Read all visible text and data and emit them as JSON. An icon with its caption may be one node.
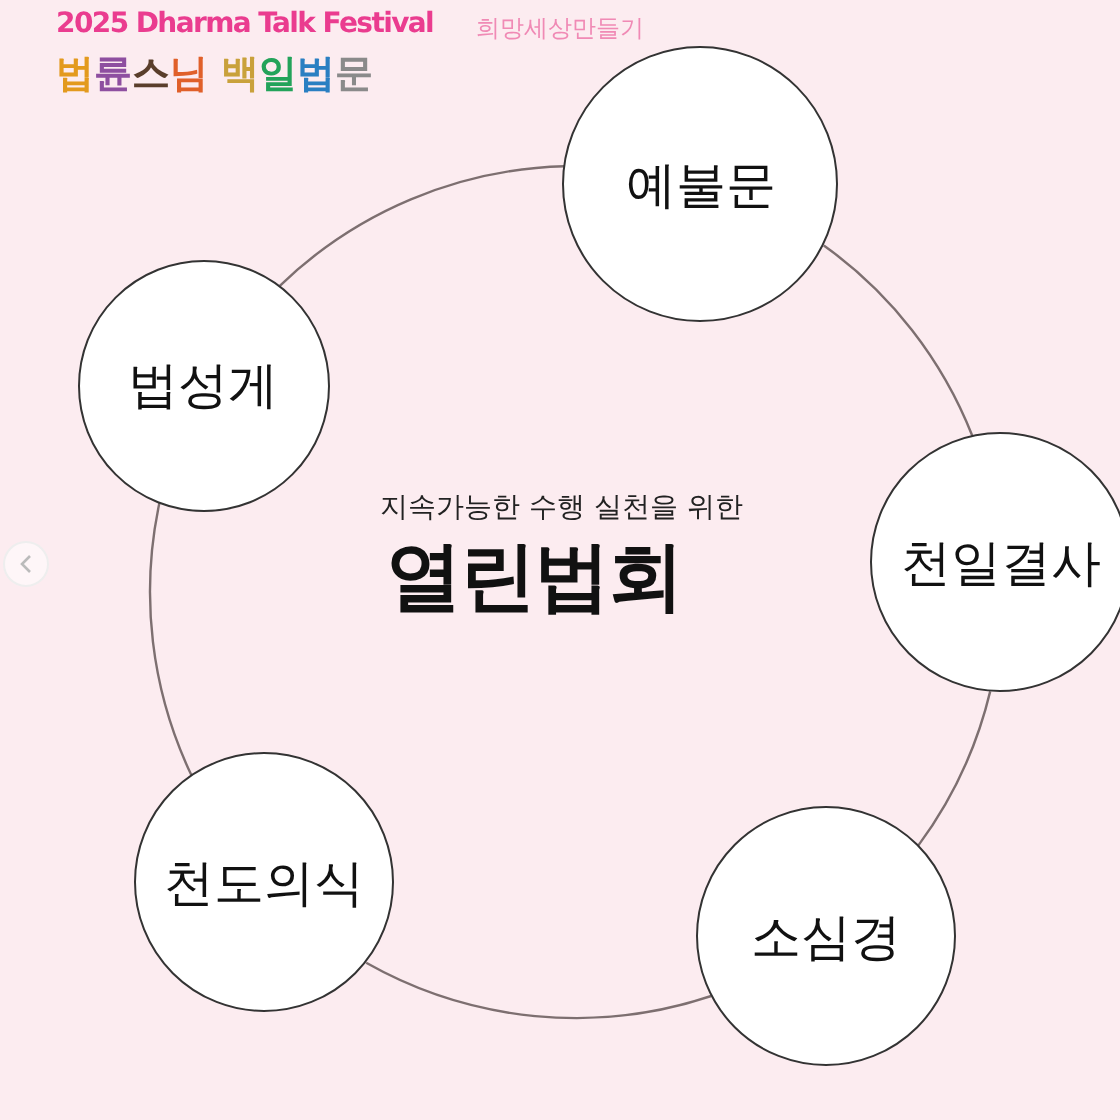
{
  "diagram": {
    "title": "2025 Dharma Talk Festival",
    "nodes": [
      {
        "text": [
          "예불문"
        ]
      },
      {
        "text": [
          "법성게"
        ]
      },
      {
        "text": [
          "천일결사"
        ]
      },
      {
        "text": [
          "천도의식"
        ]
      },
      {
        "text": [
          "소심경"
        ]
      }
    ],
    "edges": [
      {
        "from": 0,
        "to": 2,
        "arrow": "none"
      },
      {
        "from": 2,
        "to": 4,
        "arrow": "none"
      },
      {
        "from": 4,
        "to": 3,
        "arrow": "none"
      },
      {
        "from": 3,
        "to": 1,
        "arrow": "none"
      },
      {
        "from": 1,
        "to": 0,
        "arrow": "none"
      }
    ],
    "labels": [
      "희망세상만들기",
      "법륜스님 백일법문",
      "지속가능한 수행 실천을 위한",
      "열린법회"
    ]
  }
}
